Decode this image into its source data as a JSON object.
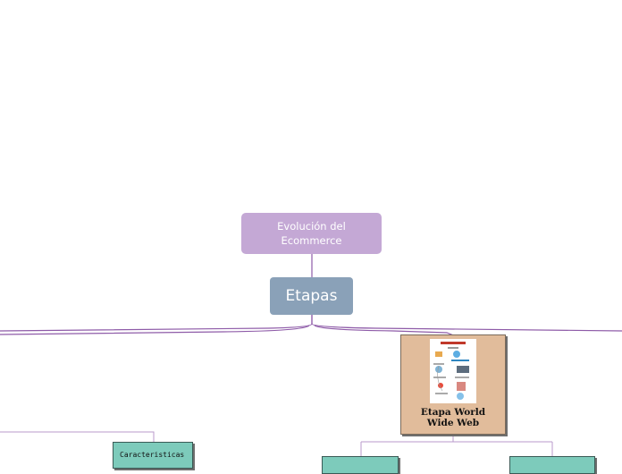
{
  "colors": {
    "root_fill": "#c4a8d5",
    "etapas_fill": "#8aa1b8",
    "stage_fill": "#e1bc9b",
    "leaf_fill": "#7dcbbb",
    "connector": "#8e5ba8"
  },
  "root": {
    "label": "Evolución del Ecommerce"
  },
  "main": {
    "label": "Etapas"
  },
  "stage_www": {
    "label": "Etapa World Wide Web",
    "image": "infographic-image"
  },
  "left_branch": {
    "caracteristicas": "Caracteristicas"
  },
  "www_children": [
    {
      "label": ""
    },
    {
      "label": ""
    }
  ]
}
